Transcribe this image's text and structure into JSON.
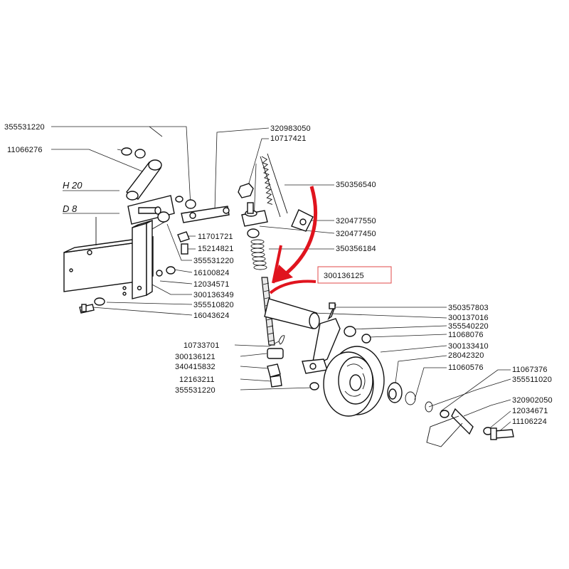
{
  "colors": {
    "ink": "#111111",
    "highlight_arrow": "#e0141e",
    "highlight_box": "#e04848"
  },
  "annotations": {
    "h20": "H 20",
    "d8": "D 8"
  },
  "labels_left": [
    "355531220",
    "11066276",
    "11701721",
    "15214821",
    "355531220",
    "16100824",
    "12034571",
    "300136349",
    "355510820",
    "16043624",
    "10733701",
    "300136121",
    "340415832",
    "12163211",
    "355531220"
  ],
  "labels_right": [
    "320983050",
    "10717421",
    "350356540",
    "320477550",
    "320477450",
    "350356184",
    "350357803",
    "300137016",
    "355540220",
    "11068076",
    "300133410",
    "28042320",
    "11060576",
    "11067376",
    "355511020",
    "320902050",
    "12034671",
    "11106224"
  ],
  "highlighted_part": "300136125"
}
